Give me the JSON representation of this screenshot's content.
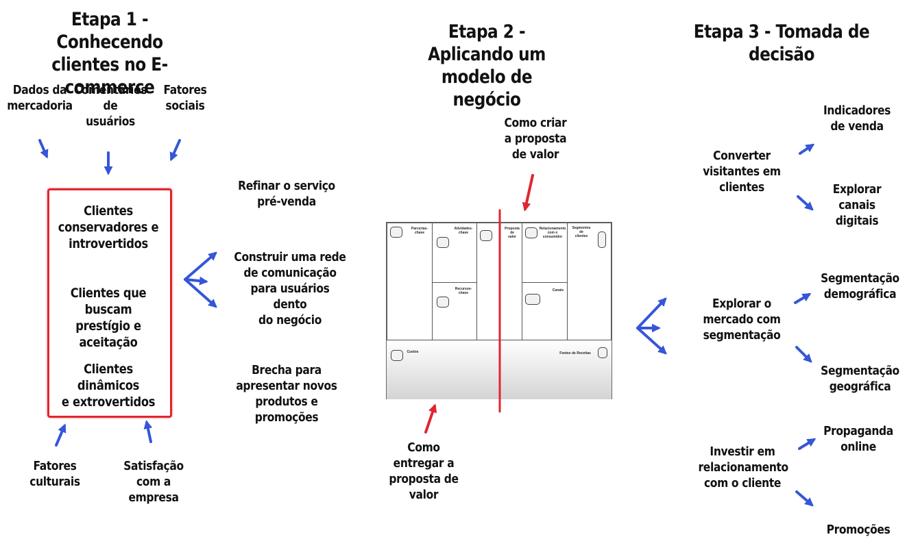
{
  "stage1": {
    "title": "Etapa 1 - Conhecendo\nclientes no E- commerce",
    "factors_top": {
      "merchandise_data": "Dados da\nmercadoria",
      "user_comments": "Comentários\nde\nusuários",
      "social_factors": "Fatores\nsociais"
    },
    "factors_bottom": {
      "cultural_factors": "Fatores\nculturais",
      "satisfaction": "Satisfação\ncom a\nempresa"
    },
    "customer_types": [
      "Clientes\nconservadores e\nintrovertidos",
      "Clientes que\nbuscam prestígio e\naceitação",
      "Clientes dinâmicos\ne extrovertidos"
    ],
    "outcomes": [
      "Refinar o serviço\npré-venda",
      "Construir uma rede\nde comunicação\npara usuários dento\ndo negócio",
      "Brecha para\napresentar novos\nprodutos e\npromoções"
    ]
  },
  "stage2": {
    "title": "Etapa 2 - Aplicando um\nmodelo de negócio",
    "top_note": "Como criar\na proposta\nde valor",
    "bottom_note": "Como\nentregar a\nproposta de\nvalor",
    "canvas": {
      "partners": "Parcerias-\nchave",
      "activities": "Atividades-\nchave",
      "resources": "Recursos-\nchave",
      "value_proposition": "Proposta\nde\nvalor",
      "relationship": "Relacionamento\ncom o\nconsumidor",
      "channels": "Canais",
      "segments": "Segmentos\nde\nclientes",
      "costs": "Custos",
      "revenue": "Fontes de Receitas"
    }
  },
  "stage3": {
    "title": "Etapa 3 - Tomada de decisão",
    "groups": [
      {
        "action": "Converter\nvisitantes em\nclientes",
        "results": [
          "Indicadores\nde venda",
          "Explorar\ncanais\ndigitais"
        ]
      },
      {
        "action": "Explorar o\nmercado com\nsegmentação",
        "results": [
          "Segmentação\ndemográfica",
          "Segmentação\ngeográfica"
        ]
      },
      {
        "action": "Investir em\nrelacionamento\ncom o cliente",
        "results": [
          "Propaganda\nonline",
          "Promoções"
        ]
      }
    ]
  },
  "colors": {
    "arrow_blue": "#3556d8",
    "accent_red": "#e0262e",
    "text": "#111111"
  }
}
